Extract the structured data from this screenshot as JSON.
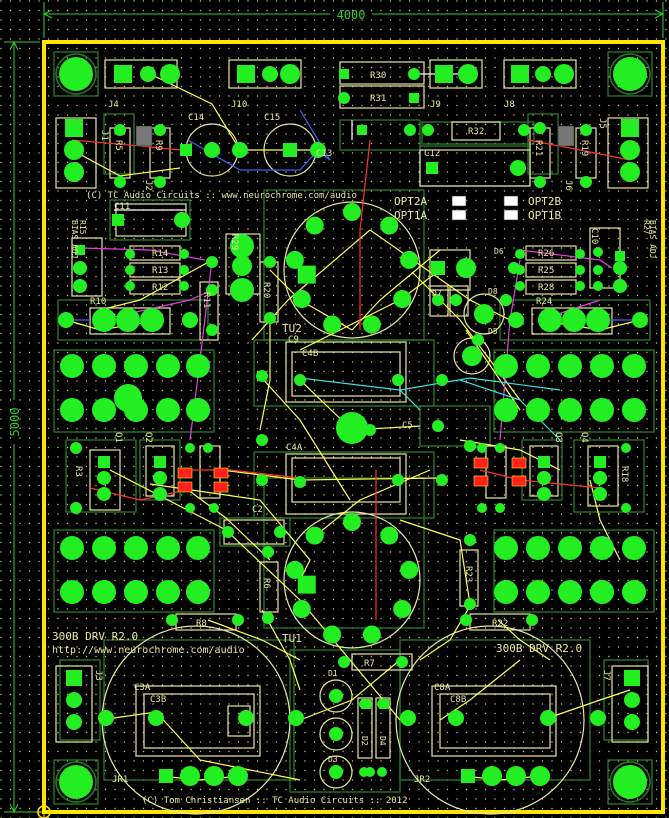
{
  "dimensions": {
    "width_label": "4000",
    "height_label": "5000"
  },
  "colors": {
    "background": "#000000",
    "board_outline": "#ffe600",
    "pad": "#22ee22",
    "silk": "#e8e8a0",
    "outline": "#2a7a2a",
    "dimension": "#33cc33",
    "smd": "#ff2020"
  },
  "text": {
    "copyright_top": "(C) TC Audio Circuits :: www.neurochrome.com/audio",
    "version_left": "300B DRV R2.0",
    "url_left": "http://www.neurochrome.com/audio",
    "version_right": "300B DRV R2.0",
    "copyright_bottom": "(C) Tom Christiansen :: TC Audio Circuits :: 2012"
  },
  "components": {
    "J4": "J4",
    "J10": "J10",
    "J9": "J9",
    "J8": "J8",
    "J1": "J1",
    "J2": "J2",
    "J5": "J5",
    "J6": "J6",
    "J3": "J3",
    "J7": "J7",
    "R30": "R30",
    "R31": "R31",
    "R5": "R5",
    "R9": "R9",
    "R32": "R32",
    "R21": "R21",
    "R19": "R19",
    "C14": "C14",
    "C15": "C15",
    "C13": "C13",
    "C12": "C12",
    "C11": "C11",
    "C10": "C10",
    "OPT2A": "OPT2A",
    "OPT1A": "OPT1A",
    "OPT2B": "OPT2B",
    "OPT1B": "OPT1B",
    "R14": "R14",
    "R13": "R13",
    "R12": "R12",
    "R26": "R26",
    "R25": "R25",
    "R28": "R28",
    "R29": "R29",
    "R20": "R20",
    "R10": "R10",
    "R11": "R11",
    "R24": "R24",
    "R27": "R27",
    "R15": "R15",
    "BIAS_A": "BIAS ADJ",
    "BIAS_B": "BIAS ADJ",
    "TU2": "TU2",
    "TU1": "TU1",
    "C4A": "C4A",
    "C4B": "C4B",
    "C9": "C9",
    "C5": "C5",
    "Q1": "Q1",
    "Q2": "Q2",
    "Q3": "Q3",
    "Q4": "Q4",
    "R3": "R3",
    "R18": "R18",
    "C2": "C2",
    "R6": "R6",
    "R8": "R8",
    "R22": "R22",
    "R23": "R23",
    "R7": "R7",
    "C3A": "C3A",
    "C3B": "C3B",
    "C8A": "C8A",
    "C8B": "C8B",
    "JR1": "JR1",
    "JR2": "JR2",
    "D1": "D1",
    "D2": "D2",
    "D3": "D3",
    "D4": "D4",
    "D5": "D5",
    "D6": "D6",
    "D7": "D7",
    "D8": "D8"
  }
}
